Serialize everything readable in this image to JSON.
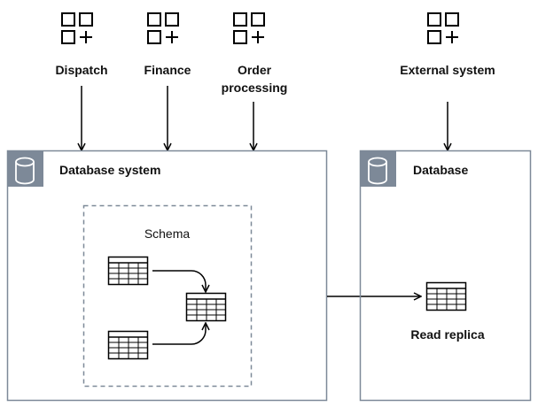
{
  "systems": [
    {
      "label": "Dispatch",
      "icon": "app-grid-icon"
    },
    {
      "label": "Finance",
      "icon": "app-grid-icon"
    },
    {
      "label": "Order processing",
      "icon": "app-grid-icon"
    },
    {
      "label": "External system",
      "icon": "app-grid-icon"
    }
  ],
  "database_system": {
    "title": "Database system",
    "icon": "database-icon"
  },
  "schema": {
    "label": "Schema",
    "tables": 3,
    "table_icon": "table-icon"
  },
  "database": {
    "title": "Database",
    "icon": "database-icon"
  },
  "read_replica": {
    "label": "Read replica",
    "table_icon": "table-icon"
  },
  "colors": {
    "header_tile": "#7d8998",
    "border": "#7d8998",
    "line": "#000000"
  }
}
